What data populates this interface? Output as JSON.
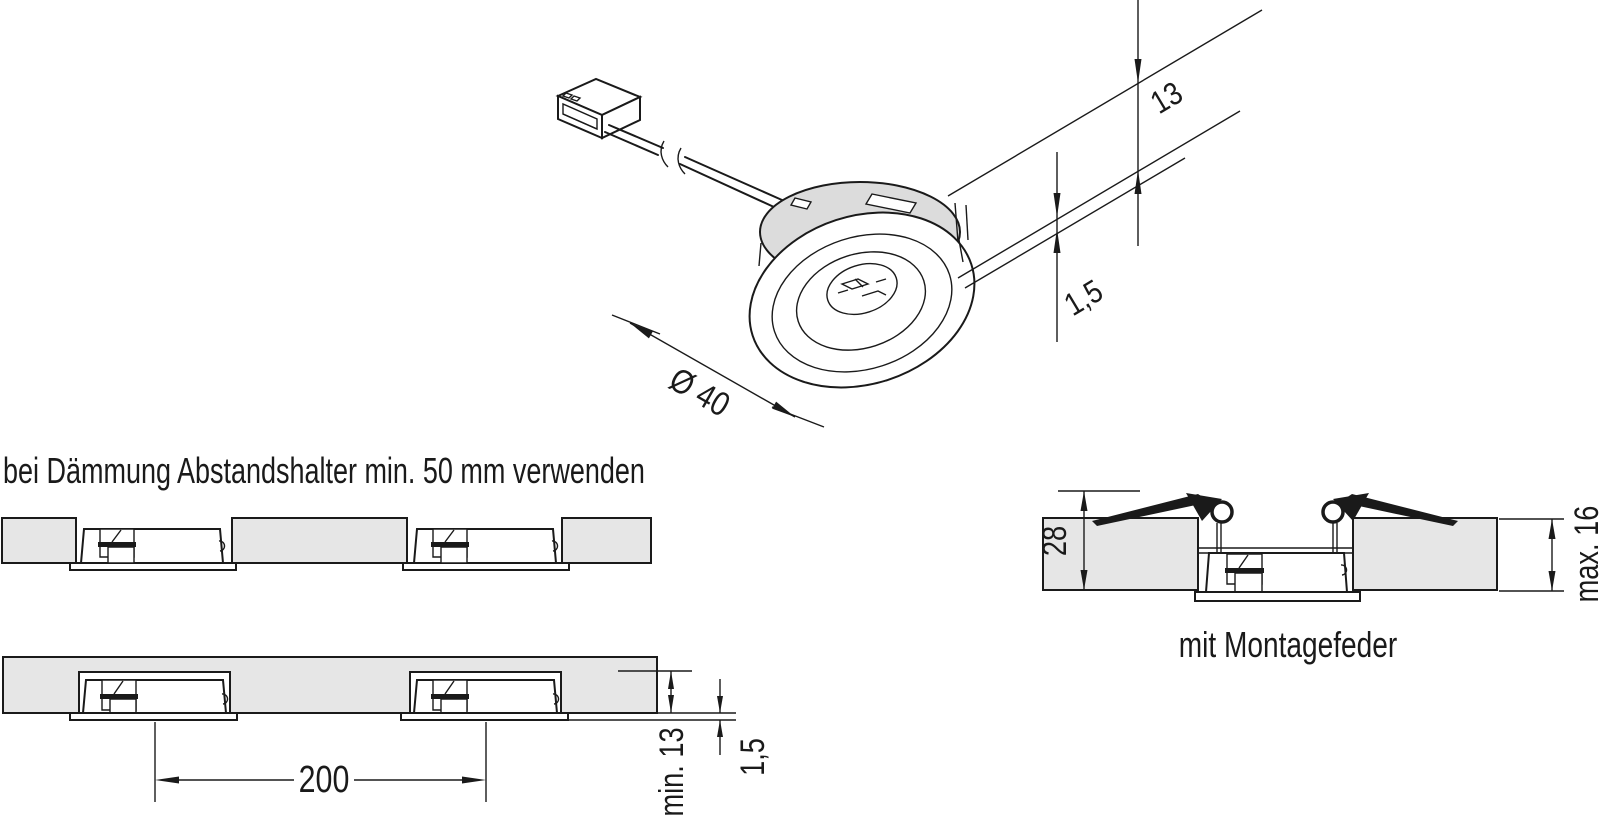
{
  "colors": {
    "line": "#1a1a1a",
    "panel_fill": "#e6e6e6",
    "metal_fill": "#dcdcdc",
    "bg": "#ffffff"
  },
  "isometric_view": {
    "diameter_label": "Ø 40",
    "height_label": "13",
    "flange_label": "1,5"
  },
  "insulation_note": "bei Dämmung Abstandshalter min. 50 mm verwenden",
  "spacing_section": {
    "spacing_label": "200",
    "min_depth_label": "min. 13",
    "flange_label": "1,5"
  },
  "spring_section": {
    "caption": "mit Montagefeder",
    "recess_depth_label": "28",
    "panel_thickness_label": "max. 16"
  }
}
